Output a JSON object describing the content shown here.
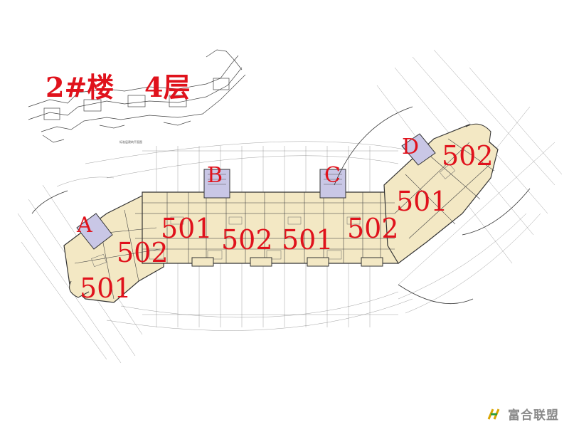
{
  "title": {
    "building": "2#楼",
    "floor": "4层"
  },
  "cores": [
    "A",
    "B",
    "C",
    "D"
  ],
  "units": {
    "a_501": "501",
    "a_502": "502",
    "b_501": "501",
    "b_502": "502",
    "c_501": "501",
    "c_502": "502",
    "d_501": "501",
    "d_502": "502"
  },
  "logo": {
    "text": "富合联盟"
  },
  "colors": {
    "label": "#e0121c",
    "room": "#f3e8c4",
    "core": "#c9c7e6",
    "line": "#333333"
  }
}
